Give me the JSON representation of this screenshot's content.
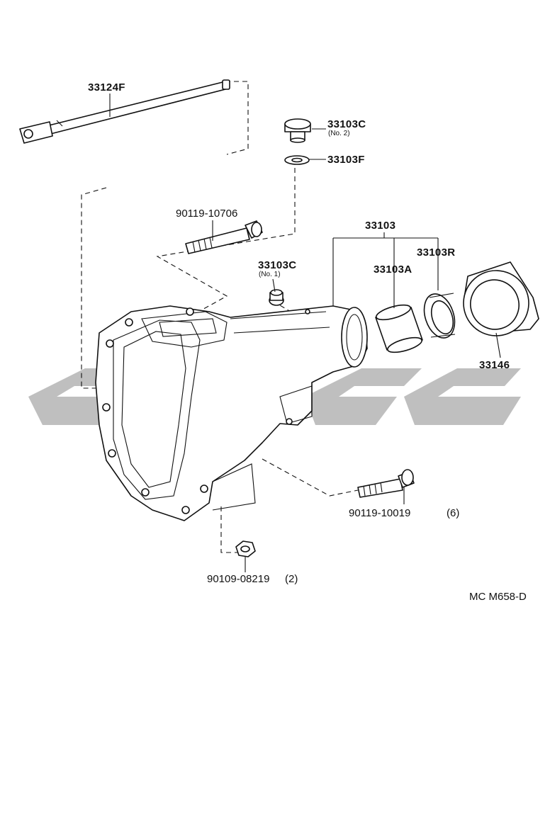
{
  "diagram": {
    "parts": [
      {
        "id": "p1",
        "number": "33124F",
        "qualifier": ""
      },
      {
        "id": "p2",
        "number": "33103C",
        "qualifier": "(No. 2)"
      },
      {
        "id": "p3",
        "number": "33103F",
        "qualifier": ""
      },
      {
        "id": "p4",
        "number": "90119-10706",
        "qualifier": ""
      },
      {
        "id": "p5",
        "number": "33103",
        "qualifier": ""
      },
      {
        "id": "p6",
        "number": "33103C",
        "qualifier": "(No. 1)"
      },
      {
        "id": "p7",
        "number": "33103R",
        "qualifier": ""
      },
      {
        "id": "p8",
        "number": "33103A",
        "qualifier": ""
      },
      {
        "id": "p9",
        "number": "33146",
        "qualifier": ""
      },
      {
        "id": "p10",
        "number": "90119-10019",
        "qualifier": "(6)"
      },
      {
        "id": "p11",
        "number": "90109-08219",
        "qualifier": "(2)"
      }
    ],
    "reference_code": "MC M658-D"
  }
}
